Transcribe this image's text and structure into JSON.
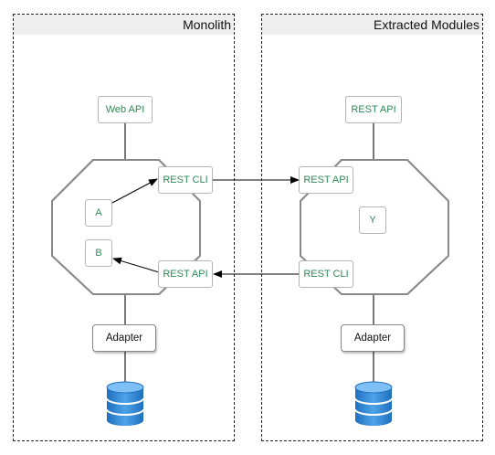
{
  "monolith": {
    "title": "Monolith",
    "web_api": "Web API",
    "rest_cli": "REST CLI",
    "rest_api": "REST API",
    "module_a": "A",
    "module_b": "B",
    "adapter": "Adapter"
  },
  "extracted": {
    "title": "Extracted Modules",
    "rest_api_top": "REST API",
    "rest_api_in": "REST API",
    "rest_cli": "REST CLI",
    "module_y": "Y",
    "adapter": "Adapter"
  },
  "colors": {
    "label_green": "#2e8b57",
    "database_blue": "#3a8ad6",
    "container_header": "#eeeeee"
  }
}
